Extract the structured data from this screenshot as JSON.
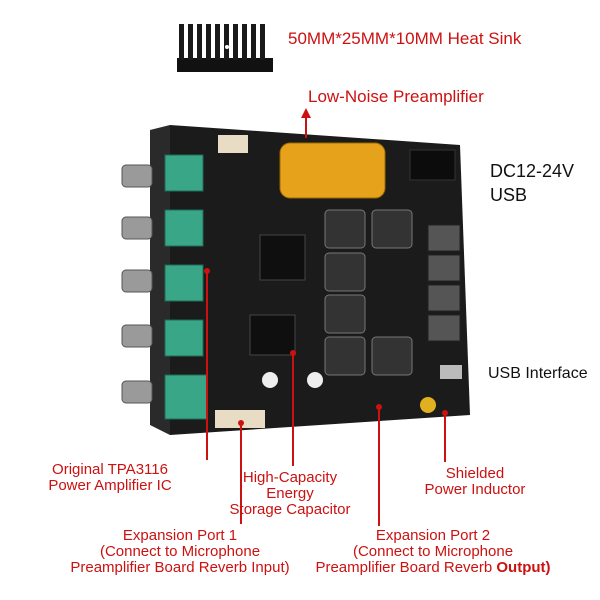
{
  "labels": {
    "heat_sink": "50MM*25MM*10MM Heat Sink",
    "preamp": "Low-Noise Preamplifier",
    "dc": "DC12-24V",
    "usb": "USB",
    "usb_interface": "USB Interface",
    "tpa_line1": "Original TPA3116",
    "tpa_line2": "Power Amplifier IC",
    "cap_line1": "High-Capacity",
    "cap_line2": "Energy",
    "cap_line3": "Storage Capacitor",
    "inductor_line1": "Shielded",
    "inductor_line2": "Power Inductor",
    "port1_line1": "Expansion Port 1",
    "port1_line2": "(Connect to Microphone",
    "port1_line3": "Preamplifier Board Reverb Input)",
    "port2_line1": "Expansion Port 2",
    "port2_line2": "(Connect to Microphone",
    "port2_line3": "Preamplifier Board Reverb",
    "port2_line3_suffix": "Output)"
  },
  "colors": {
    "accent_red": "#cc1111",
    "text_dark": "#111111",
    "board": "#1b1b1b"
  }
}
